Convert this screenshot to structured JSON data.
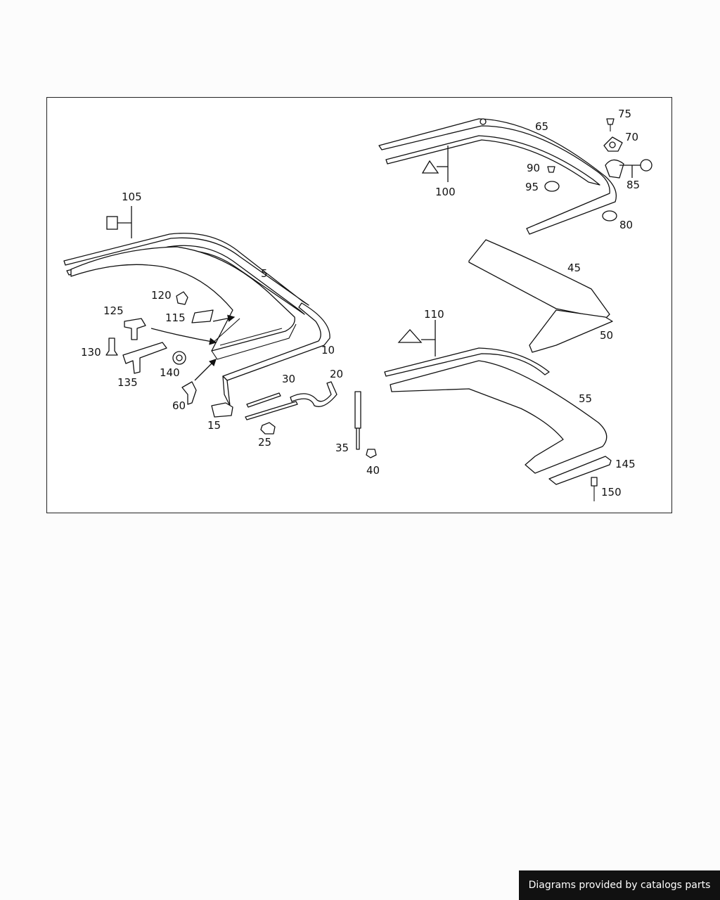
{
  "diagram": {
    "callouts": {
      "c5": "5",
      "c10": "10",
      "c15": "15",
      "c20": "20",
      "c25": "25",
      "c30": "30",
      "c35": "35",
      "c40": "40",
      "c45": "45",
      "c50": "50",
      "c55": "55",
      "c60": "60",
      "c65": "65",
      "c70": "70",
      "c75": "75",
      "c80": "80",
      "c85": "85",
      "c90": "90",
      "c95": "95",
      "c100": "100",
      "c105": "105",
      "c110": "110",
      "c115": "115",
      "c120": "120",
      "c125": "125",
      "c130": "130",
      "c135": "135",
      "c140": "140",
      "c145": "145",
      "c150": "150"
    },
    "symbols": {
      "square": "square-symbol",
      "triangle": "triangle-symbol",
      "circle": "circle-symbol",
      "arrow": "arrow-symbol"
    }
  },
  "footer": {
    "credit": "Diagrams provided by catalogs parts"
  }
}
